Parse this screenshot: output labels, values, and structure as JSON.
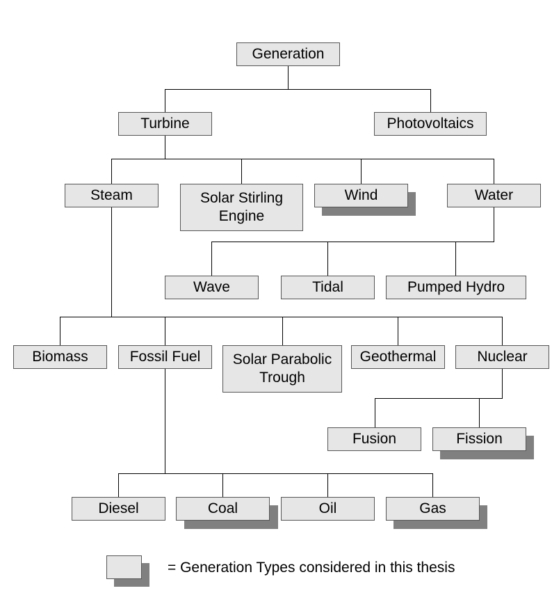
{
  "nodes": {
    "generation": "Generation",
    "turbine": "Turbine",
    "photovoltaics": "Photovoltaics",
    "steam": "Steam",
    "solar_stirling": "Solar Stirling\nEngine",
    "wind": "Wind",
    "water": "Water",
    "wave": "Wave",
    "tidal": "Tidal",
    "pumped_hydro": "Pumped Hydro",
    "biomass": "Biomass",
    "fossil_fuel": "Fossil Fuel",
    "solar_parabolic": "Solar Parabolic\nTrough",
    "geothermal": "Geothermal",
    "nuclear": "Nuclear",
    "fusion": "Fusion",
    "fission": "Fission",
    "diesel": "Diesel",
    "coal": "Coal",
    "oil": "Oil",
    "gas": "Gas"
  },
  "considered_types": [
    "wind",
    "fission",
    "coal",
    "gas"
  ],
  "legend": {
    "text": "= Generation Types considered in this thesis"
  },
  "colors": {
    "box_fill": "#e6e6e6",
    "box_border": "#555555",
    "shadow": "#808080",
    "line": "#000000"
  }
}
